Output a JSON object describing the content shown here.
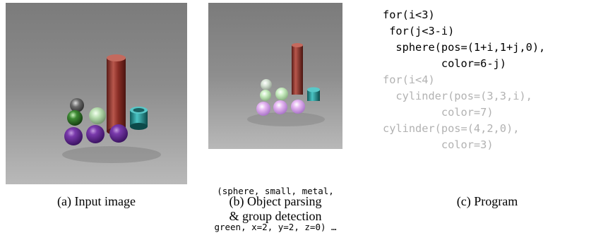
{
  "panel_a": {
    "caption": "(a) Input image"
  },
  "panel_b": {
    "parsed_line_1": "(sphere, small, metal,",
    "parsed_line_2": "green, x=2, y=2, z=0) …",
    "caption_line_1": "(b) Object parsing",
    "caption_line_2": "& group detection"
  },
  "panel_c": {
    "caption": "(c) Program",
    "lines": [
      {
        "text": "for(i<3)",
        "style": "active"
      },
      {
        "text": " for(j<3-i)",
        "style": "active"
      },
      {
        "text": "  sphere(pos=(1+i,1+j,0),",
        "style": "active"
      },
      {
        "text": "         color=6-j)",
        "style": "active"
      },
      {
        "text": "for(i<4)",
        "style": "dim"
      },
      {
        "text": "  cylinder(pos=(3,3,i),",
        "style": "dim"
      },
      {
        "text": "         color=7)",
        "style": "dim"
      },
      {
        "text": "cylinder(pos=(4,2,0),",
        "style": "dim"
      },
      {
        "text": "         color=3)",
        "style": "dim"
      }
    ]
  },
  "colors": {
    "active_code": "#000000",
    "dim_code": "#b2b2b2",
    "purple_sphere": "#6a2a9a",
    "green_sphere": "#2f7a2a",
    "grey_sphere": "#7a7a7a",
    "red_cylinder": "#9a3a30",
    "teal_cylinder": "#2a9a9a"
  }
}
